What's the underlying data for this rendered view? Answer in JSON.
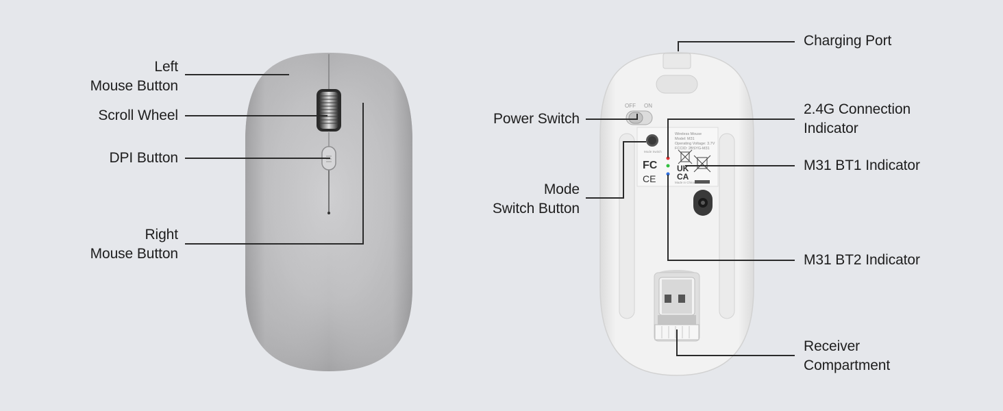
{
  "top_view": {
    "callouts": {
      "left_button": [
        "Left",
        "Mouse Button"
      ],
      "scroll_wheel": [
        "Scroll Wheel"
      ],
      "dpi_button": [
        "DPI Button"
      ],
      "right_button": [
        "Right",
        "Mouse Button"
      ]
    }
  },
  "bottom_view": {
    "callouts": {
      "charging_port": [
        "Charging Port"
      ],
      "power_switch": [
        "Power Switch"
      ],
      "connection_indicator": [
        "2.4G Connection",
        "Indicator"
      ],
      "mode_switch": [
        "Mode",
        "Switch Button"
      ],
      "bt1_indicator": [
        "M31 BT1 Indicator"
      ],
      "bt2_indicator": [
        "M31 BT2 Indicator"
      ],
      "receiver": [
        "Receiver",
        "Compartment"
      ]
    },
    "switch_labels": {
      "off": "OFF",
      "on": "ON"
    },
    "product_label": {
      "lines": [
        "Wireless Mouse",
        "Model: M31",
        "Operating Voltage: 3.7V",
        "FCCID: 2BSYG-M31"
      ],
      "made_in": "Made in China",
      "mode_switch_text": "Mode Switch",
      "cert_marks": [
        "FC",
        "CE",
        "UK",
        "CA"
      ]
    }
  },
  "colors": {
    "background": "#e5e7eb",
    "line": "#2a2a2a",
    "mouse_top_silver": "#b8b8ba",
    "mouse_bottom_white": "#f4f4f4",
    "led_red": "#e03030",
    "led_green": "#30c040",
    "led_blue": "#3070e0"
  }
}
